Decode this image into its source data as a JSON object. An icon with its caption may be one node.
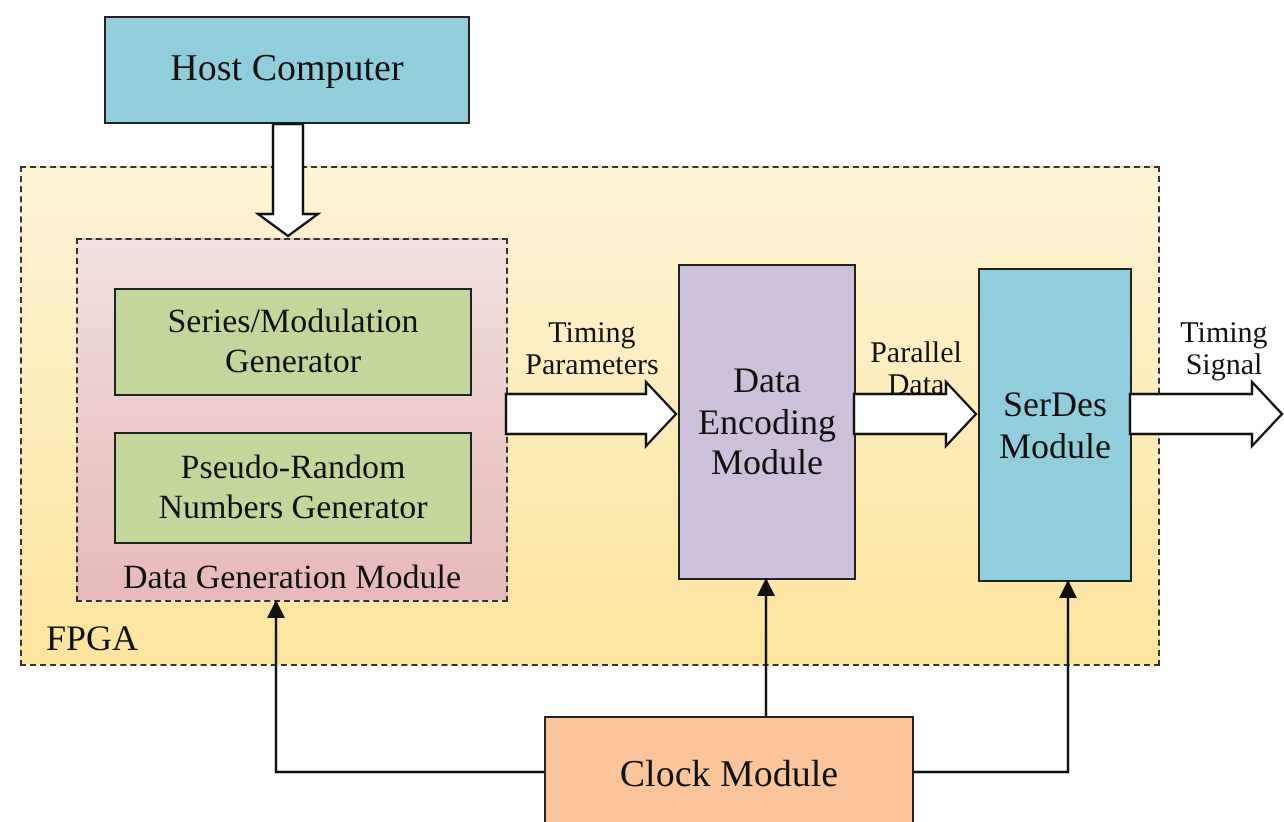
{
  "diagram": {
    "nodes": [
      {
        "text": [
          "Host Computer"
        ]
      },
      {
        "text": [
          "FPGA"
        ]
      },
      {
        "text": [
          "Data Generation Module"
        ],
        "in": 1
      },
      {
        "text": [
          "Series/Modulation Generator"
        ],
        "in": 2
      },
      {
        "text": [
          "Pseudo-Random Numbers Generator"
        ],
        "in": 2
      },
      {
        "text": [
          "Data Encoding Module"
        ],
        "in": 1
      },
      {
        "text": [
          "SerDes Module"
        ],
        "in": 1
      },
      {
        "text": [
          "Clock Module"
        ]
      }
    ],
    "edges": [
      {
        "from": 0,
        "to": 2,
        "arrow": "to",
        "style": "thick"
      },
      {
        "from": 2,
        "to": 5,
        "arrow": "to",
        "style": "thick",
        "label": "Timing Parameters"
      },
      {
        "from": 5,
        "to": 6,
        "arrow": "to",
        "style": "thick",
        "label": "Parallel Data"
      },
      {
        "from": 6,
        "to": null,
        "arrow": "to",
        "style": "thick",
        "label": "Timing Signal"
      },
      {
        "from": 7,
        "to": 2,
        "arrow": "to"
      },
      {
        "from": 7,
        "to": 5,
        "arrow": "to"
      },
      {
        "from": 7,
        "to": 6,
        "arrow": "to"
      }
    ]
  }
}
